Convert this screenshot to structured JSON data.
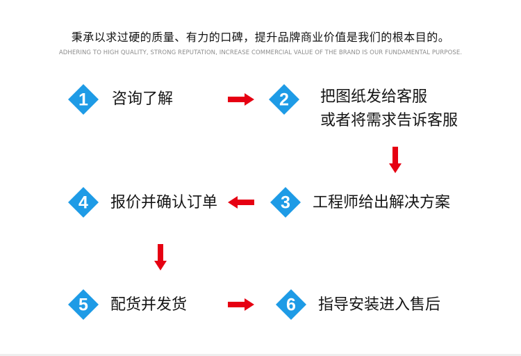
{
  "header": {
    "headline": "秉承以求过硬的质量、有力的口碑，提升品牌商业价值是我们的根本目的。",
    "subline": "ADHERING TO HIGH QUALITY, STRONG REPUTATION, INCREASE COMMERCIAL VALUE OF THE BRAND IS OUR FUNDAMENTAL PURPOSE."
  },
  "colors": {
    "badge": "#1e9be6",
    "arrow": "#e60012",
    "text": "#151515"
  },
  "steps": [
    {
      "number": "1",
      "lines": [
        "咨询了解"
      ]
    },
    {
      "number": "2",
      "lines": [
        "把图纸发给客服",
        "或者将需求告诉客服"
      ]
    },
    {
      "number": "3",
      "lines": [
        "工程师给出解决方案"
      ]
    },
    {
      "number": "4",
      "lines": [
        "报价并确认订单"
      ]
    },
    {
      "number": "5",
      "lines": [
        "配货并发货"
      ]
    },
    {
      "number": "6",
      "lines": [
        "指导安装进入售后"
      ]
    }
  ]
}
